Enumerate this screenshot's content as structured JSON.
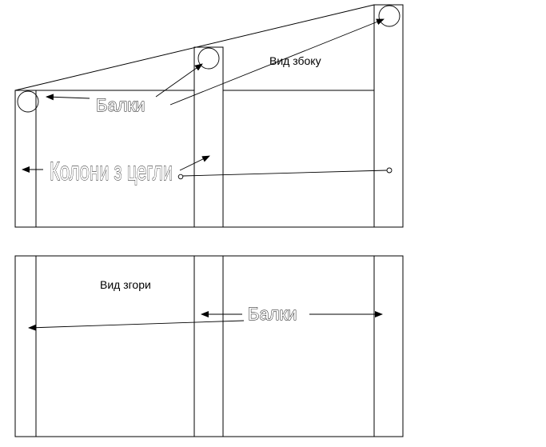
{
  "side_view": {
    "title": "Вид збоку",
    "beams_label": "Балки",
    "columns_label": "Колони з цегли"
  },
  "top_view": {
    "title": "Вид згори",
    "beams_label": "Балки"
  }
}
